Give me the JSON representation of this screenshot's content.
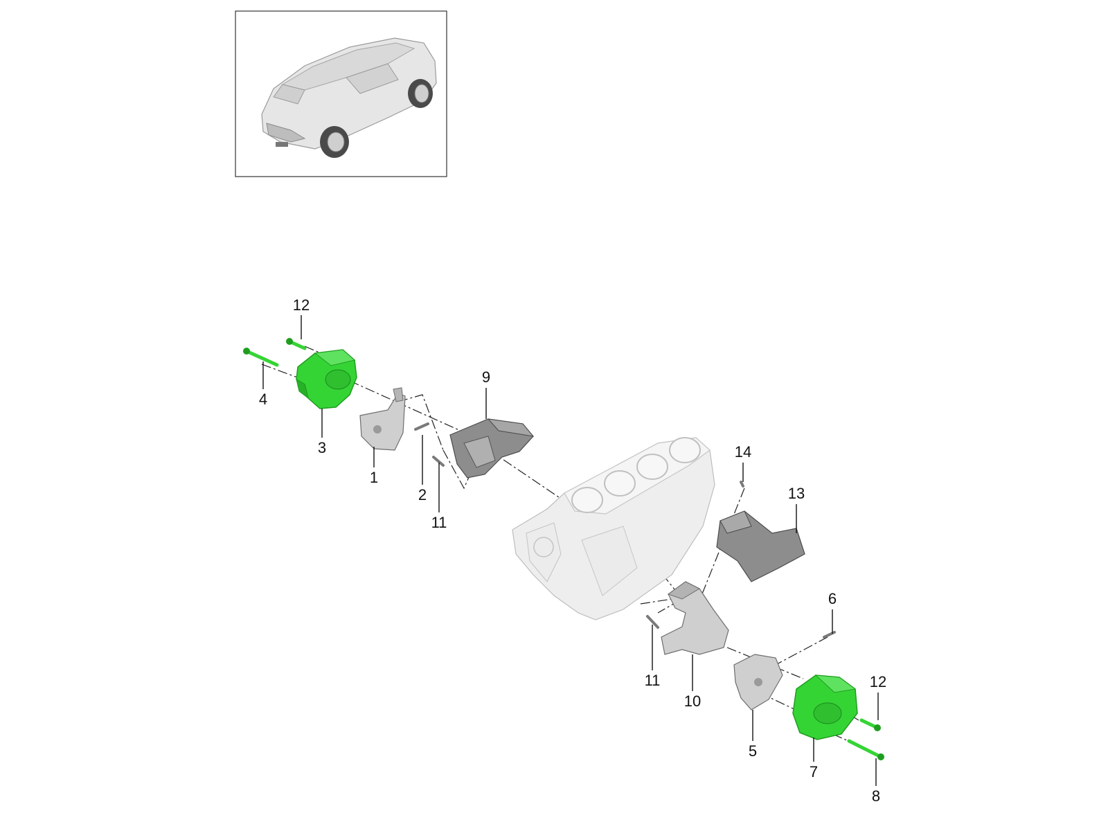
{
  "colors": {
    "mount_green": "#35d435",
    "mount_green_dark": "#1e9e1e",
    "part_grey": "#cfcfcf",
    "heat_shield_dark": "#8d8d8d"
  },
  "callouts": [
    {
      "id": "c12a",
      "label": "12"
    },
    {
      "id": "c4",
      "label": "4"
    },
    {
      "id": "c3",
      "label": "3"
    },
    {
      "id": "c1",
      "label": "1"
    },
    {
      "id": "c2",
      "label": "2"
    },
    {
      "id": "c9",
      "label": "9"
    },
    {
      "id": "c11a",
      "label": "11"
    },
    {
      "id": "c14",
      "label": "14"
    },
    {
      "id": "c13",
      "label": "13"
    },
    {
      "id": "c6",
      "label": "6"
    },
    {
      "id": "c11b",
      "label": "11"
    },
    {
      "id": "c10",
      "label": "10"
    },
    {
      "id": "c12b",
      "label": "12"
    },
    {
      "id": "c5",
      "label": "5"
    },
    {
      "id": "c7",
      "label": "7"
    },
    {
      "id": "c8",
      "label": "8"
    }
  ]
}
